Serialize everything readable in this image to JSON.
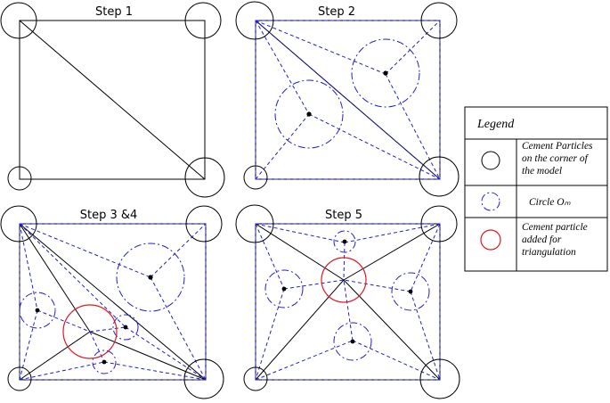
{
  "panels": [
    {
      "id": "step1",
      "title": "Step 1"
    },
    {
      "id": "step2",
      "title": "Step 2"
    },
    {
      "id": "step34",
      "title": "Step 3 &4"
    },
    {
      "id": "step5",
      "title": "Step 5"
    }
  ],
  "legend": {
    "title": "Legend",
    "items": [
      {
        "symbol": "cement-particle",
        "lines": [
          "Cement Particles",
          "on the corner of",
          "the model"
        ]
      },
      {
        "symbol": "circle-om",
        "lines": [
          "Circle Oₘ"
        ]
      },
      {
        "symbol": "added-particle",
        "lines": [
          "Cement particle",
          "added for",
          "triangulation"
        ]
      }
    ]
  },
  "colors": {
    "cement_particle": "#000000",
    "circle_om": "#1f1fd0",
    "added_particle": "#e0191f"
  }
}
